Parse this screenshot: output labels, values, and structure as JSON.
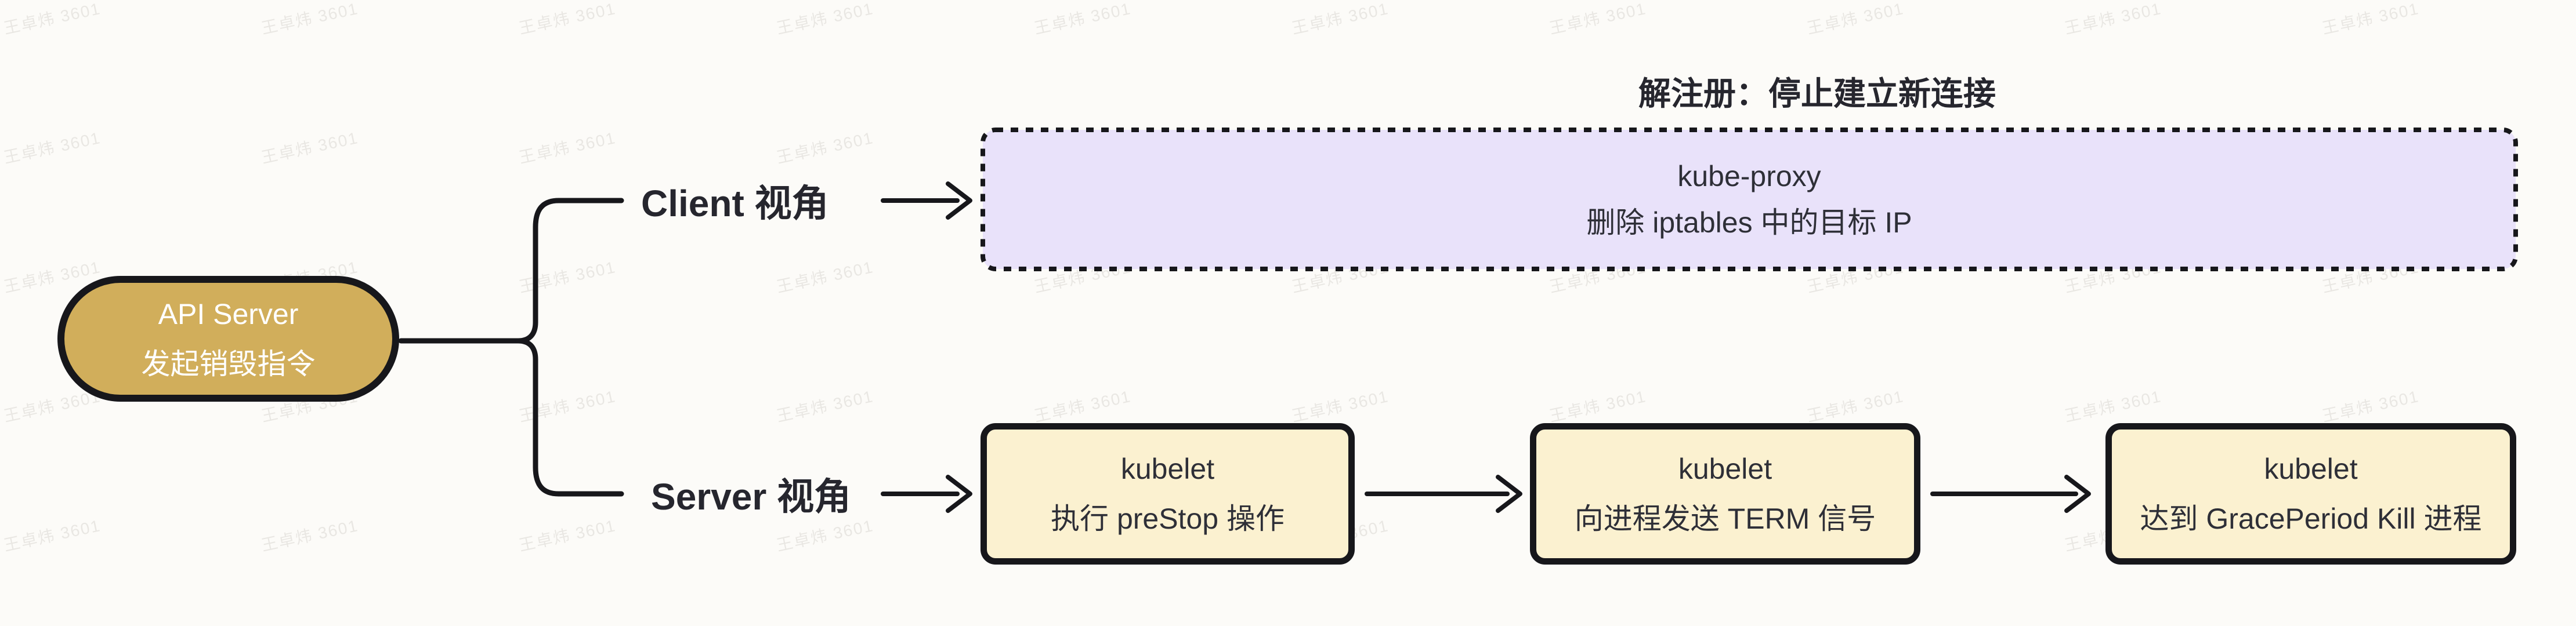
{
  "watermark": {
    "text": "王卓炜 3601"
  },
  "root": {
    "line1": "API Server",
    "line2": "发起销毁指令"
  },
  "branches": {
    "client": {
      "label": "Client 视角",
      "annotation": "解注册：停止建立新连接",
      "box": {
        "line1": "kube-proxy",
        "line2": "删除 iptables 中的目标 IP"
      }
    },
    "server": {
      "label": "Server 视角",
      "steps": [
        {
          "line1": "kubelet",
          "line2": "执行 preStop 操作"
        },
        {
          "line1": "kubelet",
          "line2": "向进程发送 TERM 信号"
        },
        {
          "line1": "kubelet",
          "line2": "达到 GracePeriod Kill 进程"
        }
      ]
    }
  },
  "colors": {
    "background": "#fcfbf8",
    "line": "#17171b",
    "root_fill": "#d1ae5b",
    "root_text": "#ffffff",
    "client_box_fill": "#e9e2fa",
    "step_box_fill": "#fbf1d0",
    "box_text": "#2e2f37",
    "label_text": "#26262e",
    "watermark": "rgba(138,128,116,0.16)"
  }
}
